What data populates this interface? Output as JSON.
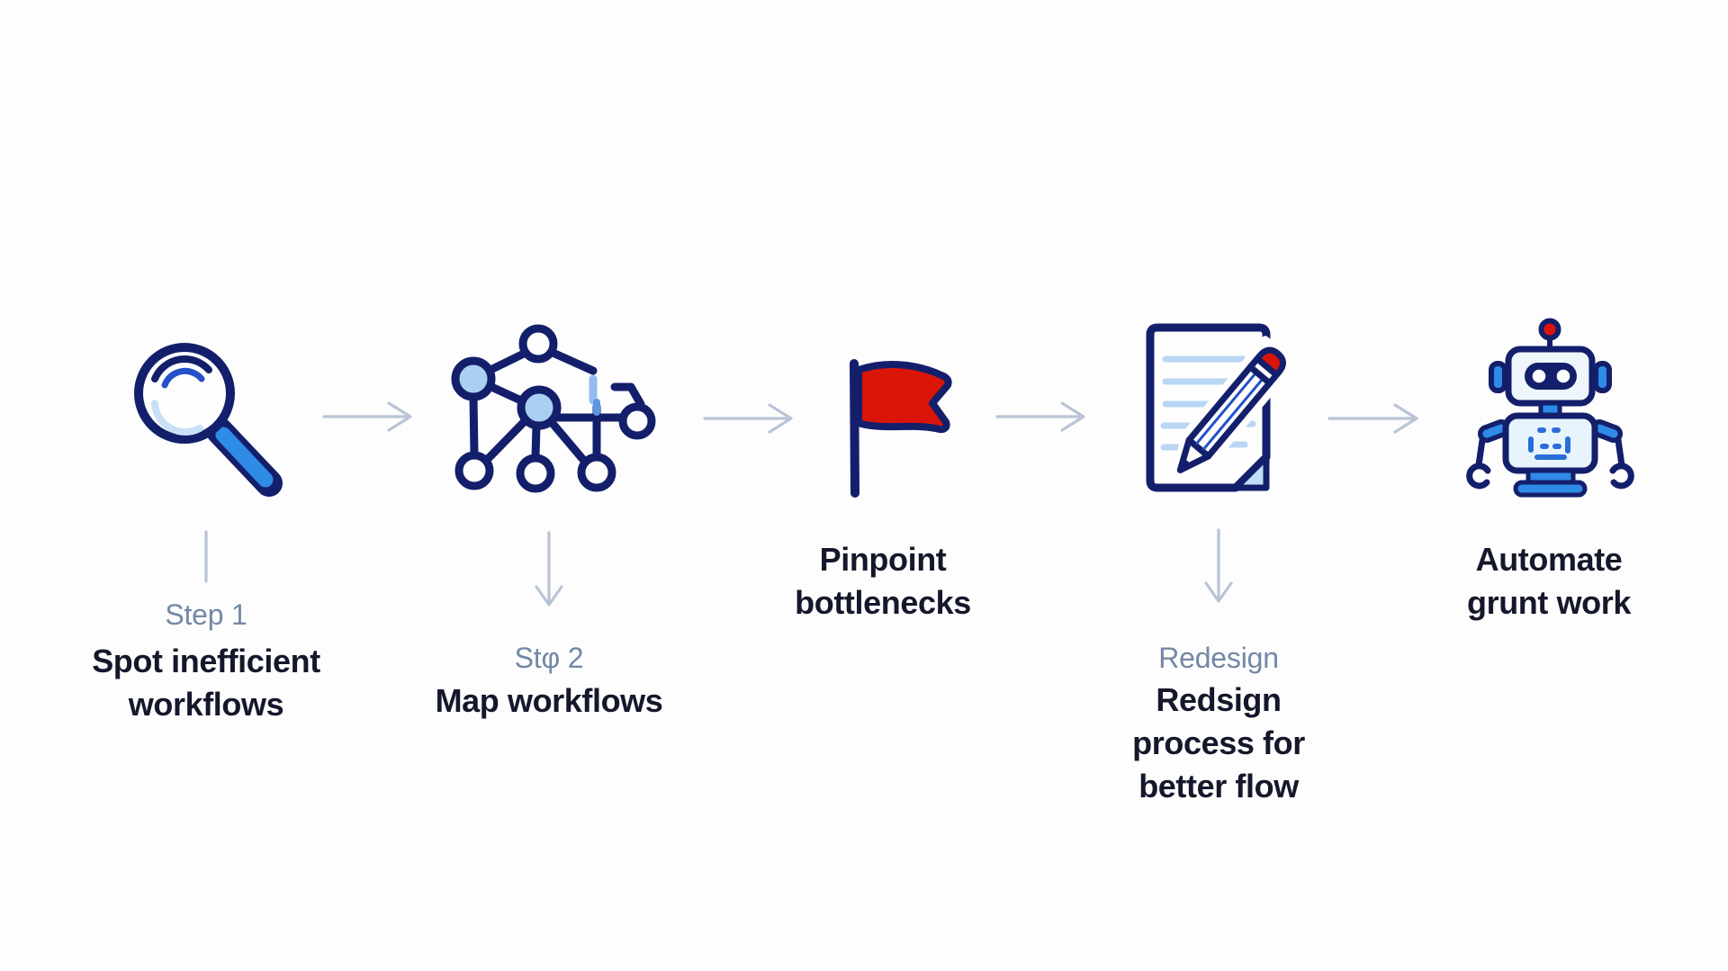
{
  "diagram_title": "",
  "steps": [
    {
      "id": "spot-inefficient-workflows",
      "icon": "magnifier-icon",
      "label": "Step 1",
      "title_lines": [
        "Spot inefficient",
        "workflows"
      ]
    },
    {
      "id": "map-workflows",
      "icon": "workflow-graph-icon",
      "label": "Stφ 2",
      "title_lines": [
        "Map workflows"
      ]
    },
    {
      "id": "pinpoint-bottlenecks",
      "icon": "red-flag-icon",
      "label": "",
      "title_lines": [
        "Pinpoint",
        "bottlenecks"
      ]
    },
    {
      "id": "redesign-process",
      "icon": "document-pencil-icon",
      "label": "Redesign",
      "title_lines": [
        "Redsign",
        "process for",
        "better flow"
      ]
    },
    {
      "id": "automate-grunt-work",
      "icon": "robot-icon",
      "label": "",
      "title_lines": [
        "Automate",
        "grunt work"
      ]
    }
  ],
  "colors": {
    "background": "#fdfdfd",
    "navy_outline": "#141f6b",
    "royal_blue": "#2450c8",
    "bright_blue": "#2e8be6",
    "node_fill_blue": "#a9cff2",
    "pale_blue": "#c9e0f7",
    "doc_line_blue": "#b9d6f4",
    "panel_fill": "#e8f4fc",
    "red": "#da1508",
    "arrow_gray": "#b9c4d6",
    "step_label_blue": "#7388a6",
    "title_dark": "#15172b"
  }
}
